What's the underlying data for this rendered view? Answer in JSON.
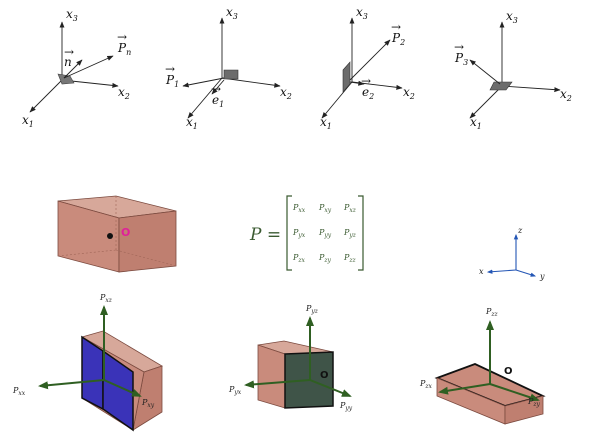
{
  "top_panels": {
    "p1": {
      "x1": "x",
      "x1_sub": "1",
      "x2": "x",
      "x2_sub": "2",
      "x3": "x",
      "x3_sub": "3",
      "n": "n",
      "P": "P",
      "P_sub": "n"
    },
    "p2": {
      "x1": "x",
      "x1_sub": "1",
      "x2": "x",
      "x2_sub": "2",
      "x3": "x",
      "x3_sub": "3",
      "P": "P",
      "P_sub": "1",
      "e": "e",
      "e_sub": "1"
    },
    "p3": {
      "x1": "x",
      "x1_sub": "1",
      "x2": "x",
      "x2_sub": "2",
      "x3": "x",
      "x3_sub": "3",
      "P": "P",
      "P_sub": "2",
      "e": "e",
      "e_sub": "2"
    },
    "p4": {
      "x1": "x",
      "x1_sub": "1",
      "x2": "x",
      "x2_sub": "2",
      "x3": "x",
      "x3_sub": "3",
      "P": "P",
      "P_sub": "3"
    }
  },
  "center_box": {
    "label": "O"
  },
  "matrix": {
    "lhs": "P =",
    "rows": [
      [
        {
          "b": "P",
          "s": "xx"
        },
        {
          "b": "P",
          "s": "xy"
        },
        {
          "b": "P",
          "s": "xz"
        }
      ],
      [
        {
          "b": "P",
          "s": "yx"
        },
        {
          "b": "P",
          "s": "yy"
        },
        {
          "b": "P",
          "s": "yz"
        }
      ],
      [
        {
          "b": "P",
          "s": "zx"
        },
        {
          "b": "P",
          "s": "zy"
        },
        {
          "b": "P",
          "s": "zz"
        }
      ]
    ]
  },
  "axes3d": {
    "x": "x",
    "y": "y",
    "z": "z"
  },
  "bottom_boxes": {
    "b1": {
      "top": "P",
      "top_sub": "xz",
      "left": "P",
      "left_sub": "xx",
      "right": "P",
      "right_sub": "xy"
    },
    "b2": {
      "top": "P",
      "top_sub": "yz",
      "left": "P",
      "left_sub": "yx",
      "right": "P",
      "right_sub": "yy",
      "origin": "O"
    },
    "b3": {
      "top": "P",
      "top_sub": "zz",
      "left": "P",
      "left_sub": "zx",
      "right": "P",
      "right_sub": "zy",
      "origin": "O"
    }
  },
  "colors": {
    "box_fill": "#c98b7c",
    "box_stroke": "#7b4a3f",
    "face_blue": "#3a33b8",
    "face_dark": "#3f5448",
    "vector_green": "#2f5f22",
    "origin_magenta": "#e0209a"
  }
}
